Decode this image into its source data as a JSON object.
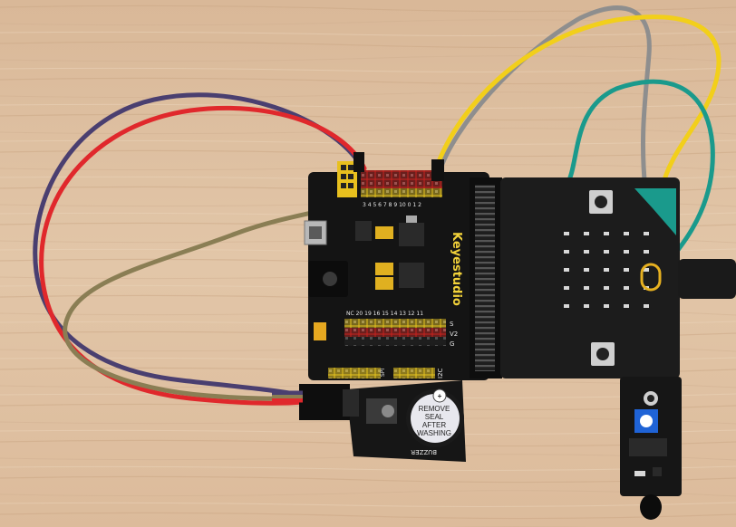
{
  "photo": {
    "board_brand": "Keyestudio",
    "buzzer_seal_lines": [
      "REMOVE",
      "SEAL",
      "AFTER",
      "WASHING"
    ],
    "buzzer_label": "BUZZER",
    "pin_row_top": "3 4 5 6 7 8 9 10 0 1 2",
    "pin_row_mid": "NC 20 19 16 15 14 13 12 11",
    "header_labels": [
      "S",
      "V2",
      "G"
    ],
    "i2c_label": "I2C",
    "spi_label": "SPI",
    "wire_colors": {
      "red": "#e0282c",
      "purple": "#4a3f70",
      "olive": "#8a7e54",
      "yellow": "#f2cf1a",
      "gray": "#8e8e8e",
      "teal": "#1a9a8c"
    },
    "board_color": "#141414",
    "wood_color": "#dcbfa1"
  }
}
